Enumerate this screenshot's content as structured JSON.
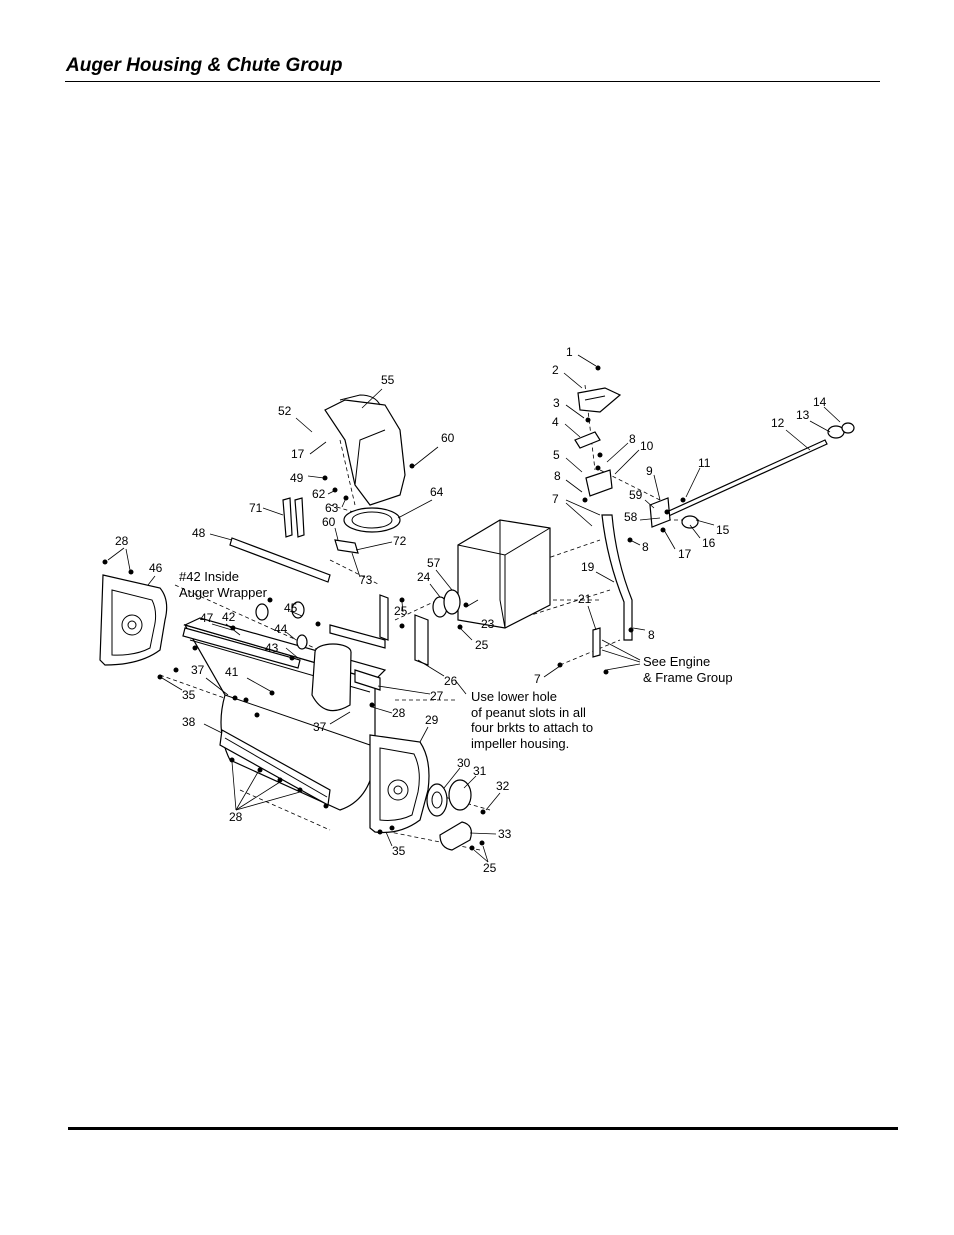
{
  "header": {
    "title": "Auger Housing & Chute Group"
  },
  "callouts": [
    {
      "id": "c1",
      "text": "1"
    },
    {
      "id": "c2",
      "text": "2"
    },
    {
      "id": "c3",
      "text": "3"
    },
    {
      "id": "c4",
      "text": "4"
    },
    {
      "id": "c5",
      "text": "5"
    },
    {
      "id": "c8a",
      "text": "8"
    },
    {
      "id": "c10",
      "text": "10"
    },
    {
      "id": "c8b",
      "text": "8"
    },
    {
      "id": "c9",
      "text": "9"
    },
    {
      "id": "c11",
      "text": "11"
    },
    {
      "id": "c7a",
      "text": "7"
    },
    {
      "id": "c59",
      "text": "59"
    },
    {
      "id": "c58",
      "text": "58"
    },
    {
      "id": "c8c",
      "text": "8"
    },
    {
      "id": "c17a",
      "text": "17"
    },
    {
      "id": "c16",
      "text": "16"
    },
    {
      "id": "c15",
      "text": "15"
    },
    {
      "id": "c14",
      "text": "14"
    },
    {
      "id": "c13",
      "text": "13"
    },
    {
      "id": "c12",
      "text": "12"
    },
    {
      "id": "c19",
      "text": "19"
    },
    {
      "id": "c21",
      "text": "21"
    },
    {
      "id": "c8d",
      "text": "8"
    },
    {
      "id": "c7b",
      "text": "7"
    },
    {
      "id": "c55",
      "text": "55"
    },
    {
      "id": "c52",
      "text": "52"
    },
    {
      "id": "c17b",
      "text": "17"
    },
    {
      "id": "c60a",
      "text": "60"
    },
    {
      "id": "c49",
      "text": "49"
    },
    {
      "id": "c62",
      "text": "62"
    },
    {
      "id": "c64",
      "text": "64"
    },
    {
      "id": "c63",
      "text": "63"
    },
    {
      "id": "c71",
      "text": "71"
    },
    {
      "id": "c60b",
      "text": "60"
    },
    {
      "id": "c72",
      "text": "72"
    },
    {
      "id": "c48",
      "text": "48"
    },
    {
      "id": "c73",
      "text": "73"
    },
    {
      "id": "c28a",
      "text": "28"
    },
    {
      "id": "c46",
      "text": "46"
    },
    {
      "id": "c57",
      "text": "57"
    },
    {
      "id": "c24",
      "text": "24"
    },
    {
      "id": "c45",
      "text": "45"
    },
    {
      "id": "c42",
      "text": "42"
    },
    {
      "id": "c47",
      "text": "47"
    },
    {
      "id": "c25a",
      "text": "25"
    },
    {
      "id": "c23",
      "text": "23"
    },
    {
      "id": "c44",
      "text": "44"
    },
    {
      "id": "c43",
      "text": "43"
    },
    {
      "id": "c25b",
      "text": "25"
    },
    {
      "id": "c26",
      "text": "26"
    },
    {
      "id": "c37a",
      "text": "37"
    },
    {
      "id": "c41",
      "text": "41"
    },
    {
      "id": "c27",
      "text": "27"
    },
    {
      "id": "c35a",
      "text": "35"
    },
    {
      "id": "c28b",
      "text": "28"
    },
    {
      "id": "c38",
      "text": "38"
    },
    {
      "id": "c37b",
      "text": "37"
    },
    {
      "id": "c29",
      "text": "29"
    },
    {
      "id": "c30",
      "text": "30"
    },
    {
      "id": "c31",
      "text": "31"
    },
    {
      "id": "c32",
      "text": "32"
    },
    {
      "id": "c28c",
      "text": "28"
    },
    {
      "id": "c33",
      "text": "33"
    },
    {
      "id": "c35b",
      "text": "35"
    },
    {
      "id": "c25c",
      "text": "25"
    }
  ],
  "notes": {
    "inside_line1": "#42 Inside",
    "inside_line2": "Auger Wrapper",
    "engine_line1": "See Engine",
    "engine_line2": "& Frame Group",
    "lower_line1": "Use lower hole",
    "lower_line2": "of peanut slots in all",
    "lower_line3": "four brkts to attach to",
    "lower_line4": "impeller housing."
  }
}
